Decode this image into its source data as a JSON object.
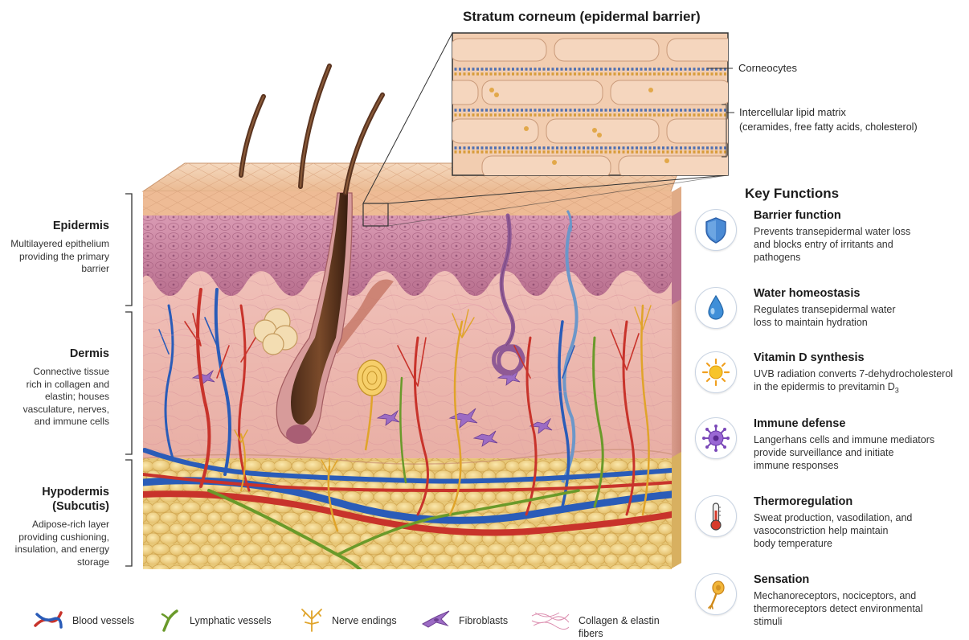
{
  "inset": {
    "title": "Stratum corneum (epidermal barrier)",
    "label_corneocytes": "Corneocytes",
    "label_lipid": "Intercellular lipid matrix",
    "label_lipid_sub": "(ceramides, free fatty acids, cholesterol)"
  },
  "layers": [
    {
      "title": "Epidermis",
      "lines": [
        "Multilayered epithelium",
        "providing the primary",
        "barrier"
      ]
    },
    {
      "title": "Dermis",
      "lines": [
        "Connective tissue",
        "rich in collagen and",
        "elastin; houses",
        "vasculature, nerves,",
        "and immune cells"
      ]
    },
    {
      "title_lines": [
        "Hypodermis",
        "(Subcutis)"
      ],
      "lines": [
        "Adipose-rich layer",
        "providing cushioning,",
        "insulation, and energy",
        "storage"
      ]
    }
  ],
  "key_functions": {
    "heading": "Key Functions",
    "items": [
      {
        "icon": "shield-icon",
        "title": "Barrier function",
        "lines": [
          "Prevents transepidermal water loss",
          "and blocks entry of irritants and",
          "pathogens"
        ]
      },
      {
        "icon": "water-drop-icon",
        "title": "Water homeostasis",
        "lines": [
          "Regulates transepidermal water",
          "loss to maintain hydration"
        ]
      },
      {
        "icon": "sun-icon",
        "title": "Vitamin D synthesis",
        "lines": [
          "UVB radiation converts 7-dehydrocholesterol",
          "in the epidermis to previtamin D"
        ],
        "subscript": "3"
      },
      {
        "icon": "immune-cell-icon",
        "title": "Immune defense",
        "lines": [
          "Langerhans cells and immune mediators",
          "provide surveillance and initiate",
          "immune responses"
        ]
      },
      {
        "icon": "thermometer-icon",
        "title": "Thermoregulation",
        "lines": [
          "Sweat production, vasodilation, and",
          "vasoconstriction help maintain",
          "body temperature"
        ]
      },
      {
        "icon": "neuron-icon",
        "title": "Sensation",
        "lines": [
          "Mechanoreceptors, nociceptors, and",
          "thermoreceptors detect environmental",
          "stimuli"
        ]
      }
    ]
  },
  "legend": [
    {
      "icon": "blood-vessel-icon",
      "label": "Blood vessels"
    },
    {
      "icon": "lymphatic-vessel-icon",
      "label": "Lymphatic vessels"
    },
    {
      "icon": "nerve-ending-icon",
      "label": "Nerve endings"
    },
    {
      "icon": "fibroblast-icon",
      "label": "Fibroblasts"
    },
    {
      "icon": "collagen-fiber-icon",
      "lines": [
        "Collagen & elastin",
        "fibers"
      ]
    }
  ],
  "colors": {
    "artery": "#c8332b",
    "vein": "#2a5cb8",
    "lymph": "#6a9a2a",
    "nerve": "#e0a42a",
    "fibroblast": "#8a5ab0",
    "adipose": "#f0d488",
    "epidermis": "#c98aa8",
    "dermis": "#f0bfb8",
    "stratum_corneum": "#f1c9a8"
  }
}
